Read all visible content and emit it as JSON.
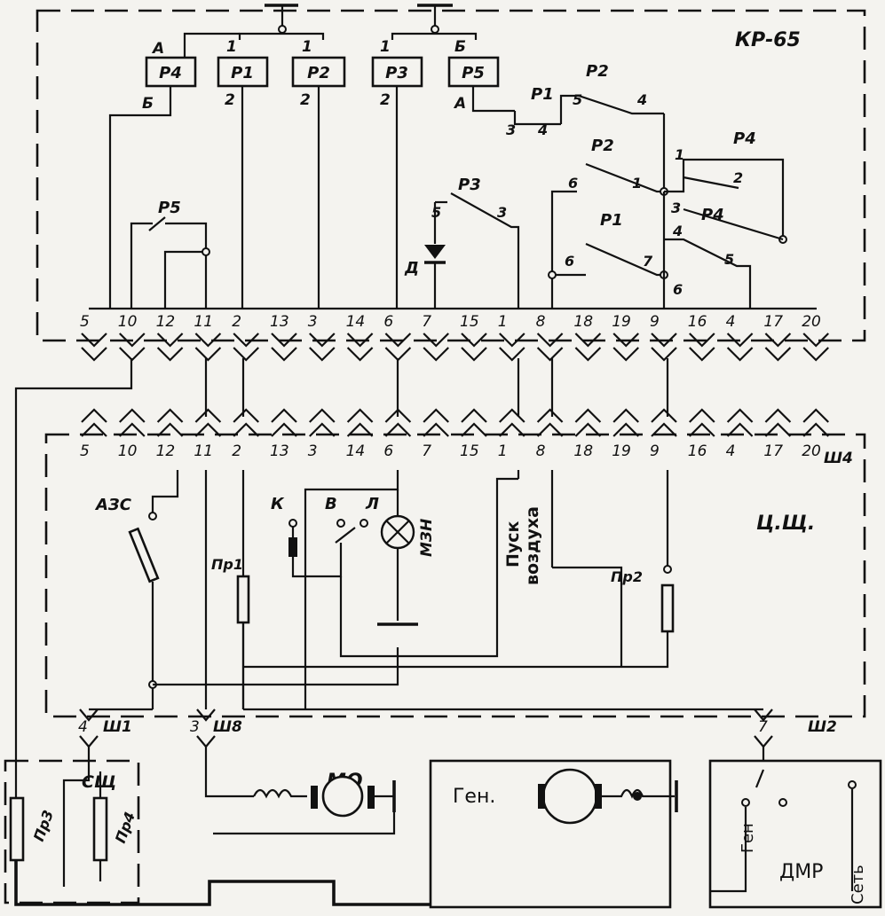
{
  "blocks": {
    "kr": "КР-65",
    "cshch": "Ц.Щ.",
    "sshch": "СЩ",
    "dmr": "ДМР"
  },
  "connectors": {
    "top_pins": [
      "5",
      "10",
      "12",
      "11",
      "2",
      "13",
      "3",
      "14",
      "6",
      "7",
      "15",
      "1",
      "8",
      "18",
      "19",
      "9",
      "16",
      "4",
      "17",
      "20"
    ],
    "bottom_pins": [
      "5",
      "10",
      "12",
      "11",
      "2",
      "13",
      "3",
      "14",
      "6",
      "7",
      "15",
      "1",
      "8",
      "18",
      "19",
      "9",
      "16",
      "4",
      "17",
      "20"
    ],
    "sh4": "Ш4",
    "sh1": "Ш1",
    "sh8": "Ш8",
    "sh2": "Ш2",
    "sh1_num": "4",
    "sh8_num": "3",
    "sh2_num": "7"
  },
  "relays": [
    {
      "id": "r4",
      "name": "Р4",
      "top": "А",
      "bottom": "Б"
    },
    {
      "id": "r1",
      "name": "Р1",
      "top": "1",
      "bottom": "2"
    },
    {
      "id": "r2",
      "name": "Р2",
      "top": "1",
      "bottom": "2"
    },
    {
      "id": "r3",
      "name": "Р3",
      "top": "1",
      "bottom": "2"
    },
    {
      "id": "r5",
      "name": "Р5",
      "top": "Б",
      "bottom": "А"
    }
  ],
  "contacts": {
    "p5": "Р5",
    "p3": "Р3",
    "p3_a": "5",
    "p3_b": "3",
    "p1a": "Р1",
    "p1a_a": "3",
    "p1a_b": "4",
    "p2a": "Р2",
    "p2a_a": "5",
    "p2a_b": "4",
    "p2b": "Р2",
    "p2b_a": "6",
    "p2b_b": "1",
    "p2b_c": "3",
    "p1b": "Р1",
    "p1b_a": "6",
    "p1b_b": "7",
    "p1b_c": "6",
    "p4a": "Р4",
    "p4a_a": "1",
    "p4a_b": "2",
    "p4b": "Р4",
    "p4b_a": "4",
    "p4b_b": "5",
    "diode": "Д"
  },
  "panel": {
    "azs": "АЗС",
    "k": "К",
    "v": "В",
    "l": "Л",
    "mzn": "МЗН",
    "start1": "Пуск",
    "start2": "воздуха",
    "pr1": "Пр1",
    "pr2": "Пр2",
    "pr3": "Пр3",
    "pr4": "Пр4"
  },
  "devices": {
    "mo": "МО",
    "gen": "Ген.",
    "gen_sw": "Ген",
    "net": "Сеть"
  }
}
